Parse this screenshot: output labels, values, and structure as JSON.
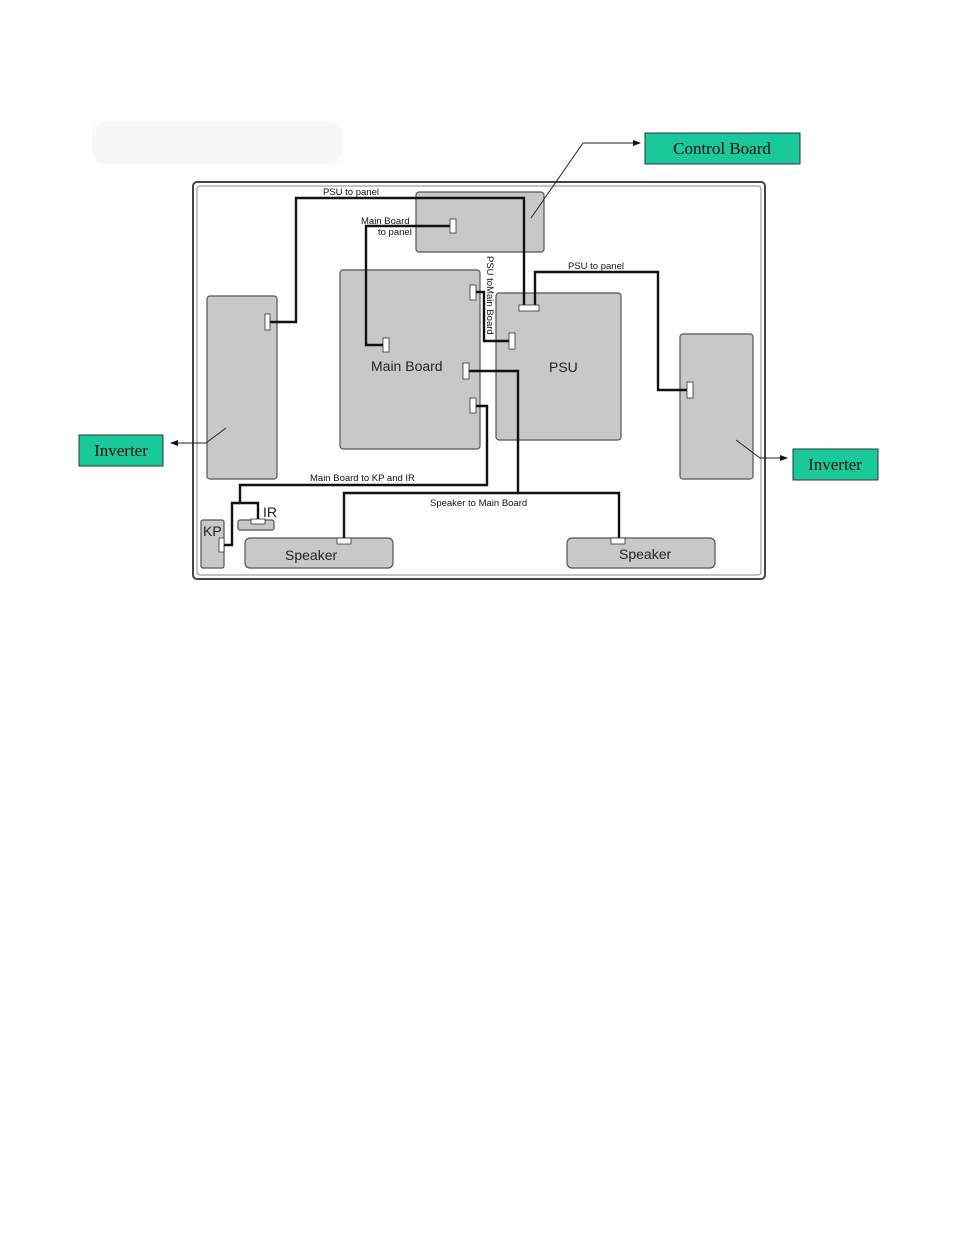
{
  "callouts": {
    "control_board": "Control Board",
    "inverter_left": "Inverter",
    "inverter_right": "Inverter"
  },
  "boards": {
    "main_board": "Main Board",
    "psu": "PSU",
    "kp": "KP",
    "ir": "IR",
    "speaker_left": "Speaker",
    "speaker_right": "Speaker"
  },
  "cables": {
    "psu_to_panel_top": "PSU to panel",
    "main_board_to_panel_line1": "Main Board",
    "main_board_to_panel_line2": "to panel",
    "psu_to_main_board": "PSU toMain Board",
    "psu_to_panel_right": "PSU to panel",
    "main_board_to_kp_ir": "Main Board to KP and IR",
    "speaker_to_main_board": "Speaker to Main Board"
  },
  "colors": {
    "callout_fill": "#19c99a",
    "board_fill": "#c8c8c8"
  }
}
